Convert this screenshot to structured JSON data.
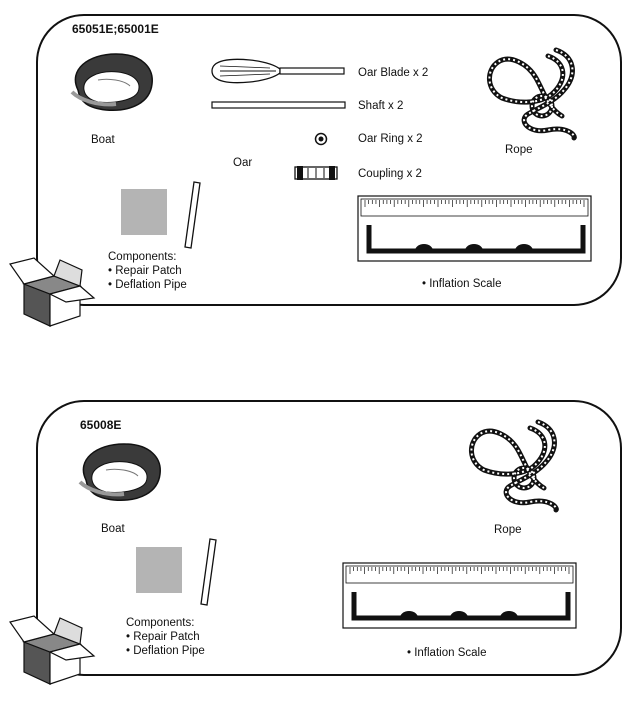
{
  "panel1": {
    "model": "65051E;65001E",
    "boat_label": "Boat",
    "oar_label": "Oar",
    "oar_blade_label": "Oar Blade x 2",
    "shaft_label": "Shaft x 2",
    "oar_ring_label": "Oar Ring x 2",
    "coupling_label": "Coupling x 2",
    "rope_label": "Rope",
    "components_title": "Components:",
    "repair_patch": "• Repair Patch",
    "deflation_pipe": "• Deflation Pipe",
    "inflation_scale": "• Inflation Scale"
  },
  "panel2": {
    "model": "65008E",
    "boat_label": "Boat",
    "rope_label": "Rope",
    "components_title": "Components:",
    "repair_patch": "• Repair Patch",
    "deflation_pipe": "• Deflation Pipe",
    "inflation_scale": "• Inflation Scale"
  },
  "colors": {
    "outline": "#111111",
    "boat_dark": "#3a3a3a",
    "patch_gray": "#b4b4b4",
    "box_dark": "#555555"
  }
}
